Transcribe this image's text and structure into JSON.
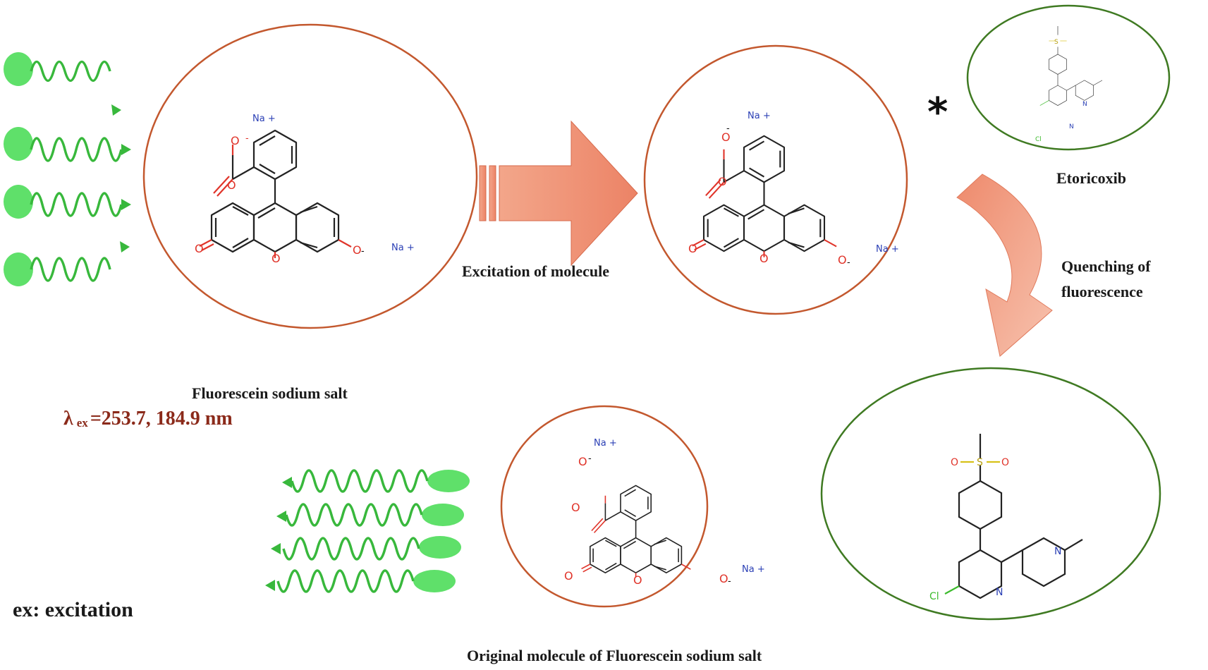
{
  "labels": {
    "excitation_arrow": "Excitation of molecule",
    "quenching_arrow": "Quenching of fluorescence",
    "etoricoxib": "Etoricoxib",
    "fluorescein": "Fluorescein sodium salt",
    "original": "Original molecule of Fluorescein sodium salt",
    "ex_note": "ex: excitation",
    "excited_marker": "*"
  },
  "wavelength": {
    "symbol": "λ",
    "subscript": "ex",
    "value": "=253.7, 184.9 nm"
  },
  "atoms": {
    "na_plus": "Na +",
    "o_minus": "O",
    "minus": "-",
    "oxygen": "O",
    "nitrogen": "N",
    "chlorine": "Cl",
    "sulfur": "S"
  },
  "colors": {
    "light_green": "#5fe06a",
    "wave_green": "#38b83c",
    "circle_red": "#c3582e",
    "circle_green": "#3f7a22",
    "arrow_salmon": "#f08f72",
    "atom_red": "#e0342a",
    "atom_blue": "#2a3fb5",
    "atom_green": "#3dbb2d",
    "atom_yellow": "#d8c21a"
  }
}
